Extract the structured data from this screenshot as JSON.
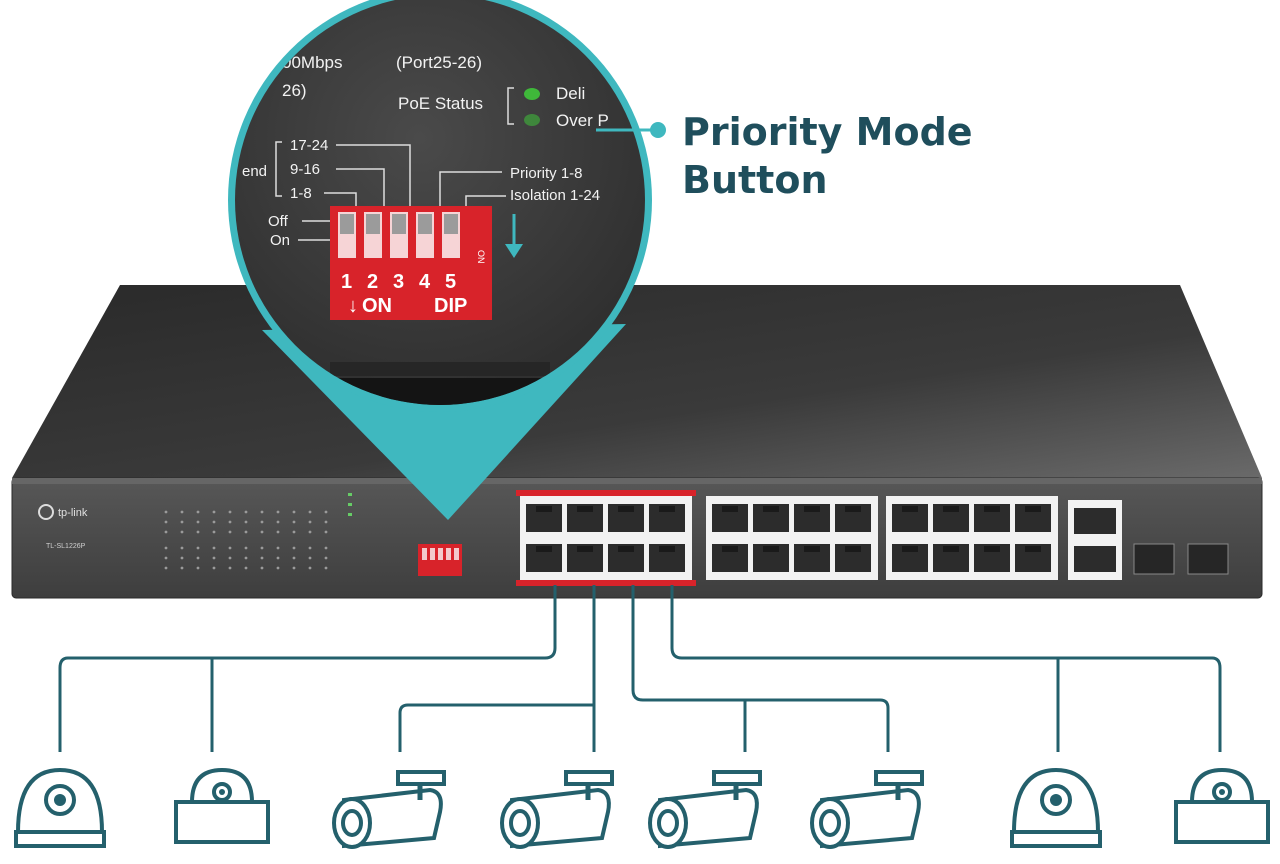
{
  "brand": {
    "logo_text": "tp-link",
    "model": "TL-SL1226P"
  },
  "callout": {
    "line1": "Priority Mode",
    "line2": "Button",
    "accent_color": "#3fb8bf"
  },
  "zoom_panel": {
    "speed_text": "00Mbps",
    "port_range": "(Port25-26)",
    "port_range_left": "26)",
    "poe_status_label": "PoE Status",
    "poe_led_1": "Deli",
    "poe_led_2": "Over P",
    "extend_label": "end",
    "group_labels": [
      "17-24",
      "9-16",
      "1-8"
    ],
    "mode_labels": [
      "Priority 1-8",
      "Isolation 1-24"
    ],
    "off_label": "Off",
    "on_label": "On",
    "dip_numbers": [
      "1",
      "2",
      "3",
      "4",
      "5"
    ],
    "dip_on_text": "ON",
    "dip_text": "DIP"
  },
  "switch": {
    "body_color": "#3d3d3d",
    "front_color": "#4a4a4a",
    "priority_port_color": "#d8232a",
    "port_group_count": 3,
    "ports_per_group": 8
  },
  "devices": [
    {
      "icon": "dome-camera-icon"
    },
    {
      "icon": "dome-camera-icon"
    },
    {
      "icon": "bullet-camera-icon"
    },
    {
      "icon": "bullet-camera-icon"
    },
    {
      "icon": "bullet-camera-icon"
    },
    {
      "icon": "bullet-camera-icon"
    },
    {
      "icon": "dome-camera-icon"
    },
    {
      "icon": "dome-camera-icon"
    }
  ]
}
